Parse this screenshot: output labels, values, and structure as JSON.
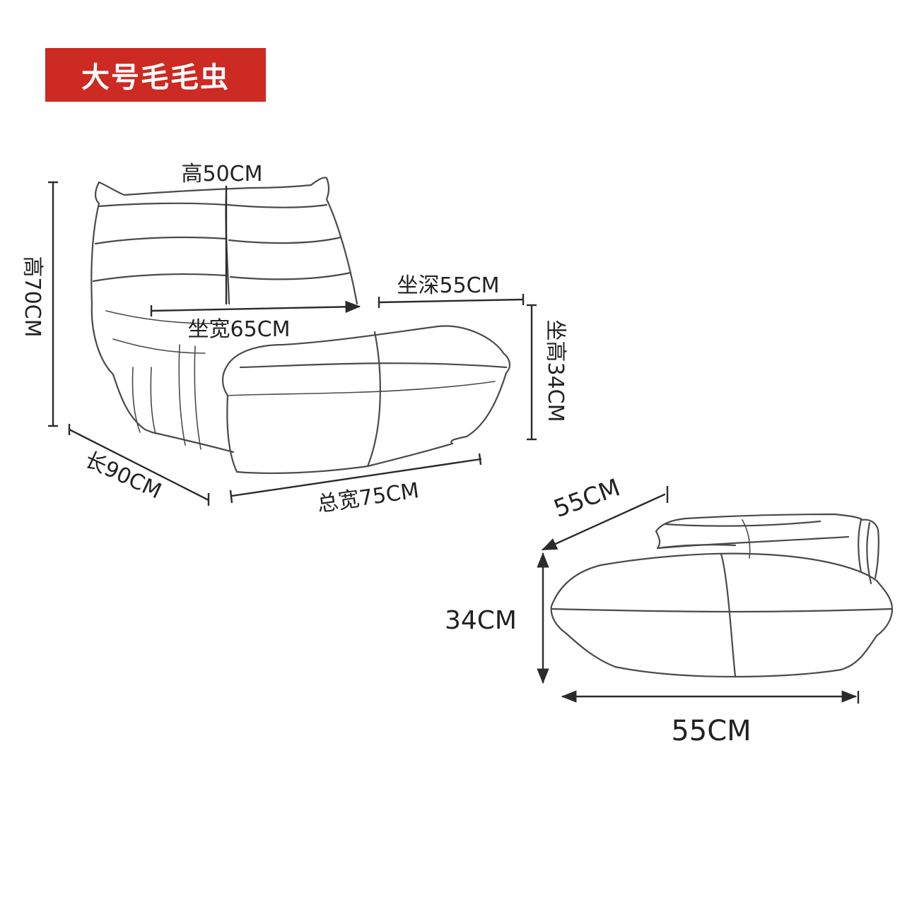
{
  "title": {
    "label": "大号毛毛虫",
    "bg_color": "#cc2a22",
    "text_color": "#ffffff"
  },
  "chair": {
    "back_height": "高50CM",
    "total_height": "高70CM",
    "seat_depth": "坐深55CM",
    "seat_width": "坐宽65CM",
    "seat_height": "坐高34CM",
    "length": "长90CM",
    "total_width": "总宽75CM"
  },
  "ottoman": {
    "depth": "55CM",
    "height": "34CM",
    "width": "55CM"
  },
  "colors": {
    "line": "#4a4a4a",
    "dimension": "#2b2b2b",
    "label": "#222222"
  }
}
